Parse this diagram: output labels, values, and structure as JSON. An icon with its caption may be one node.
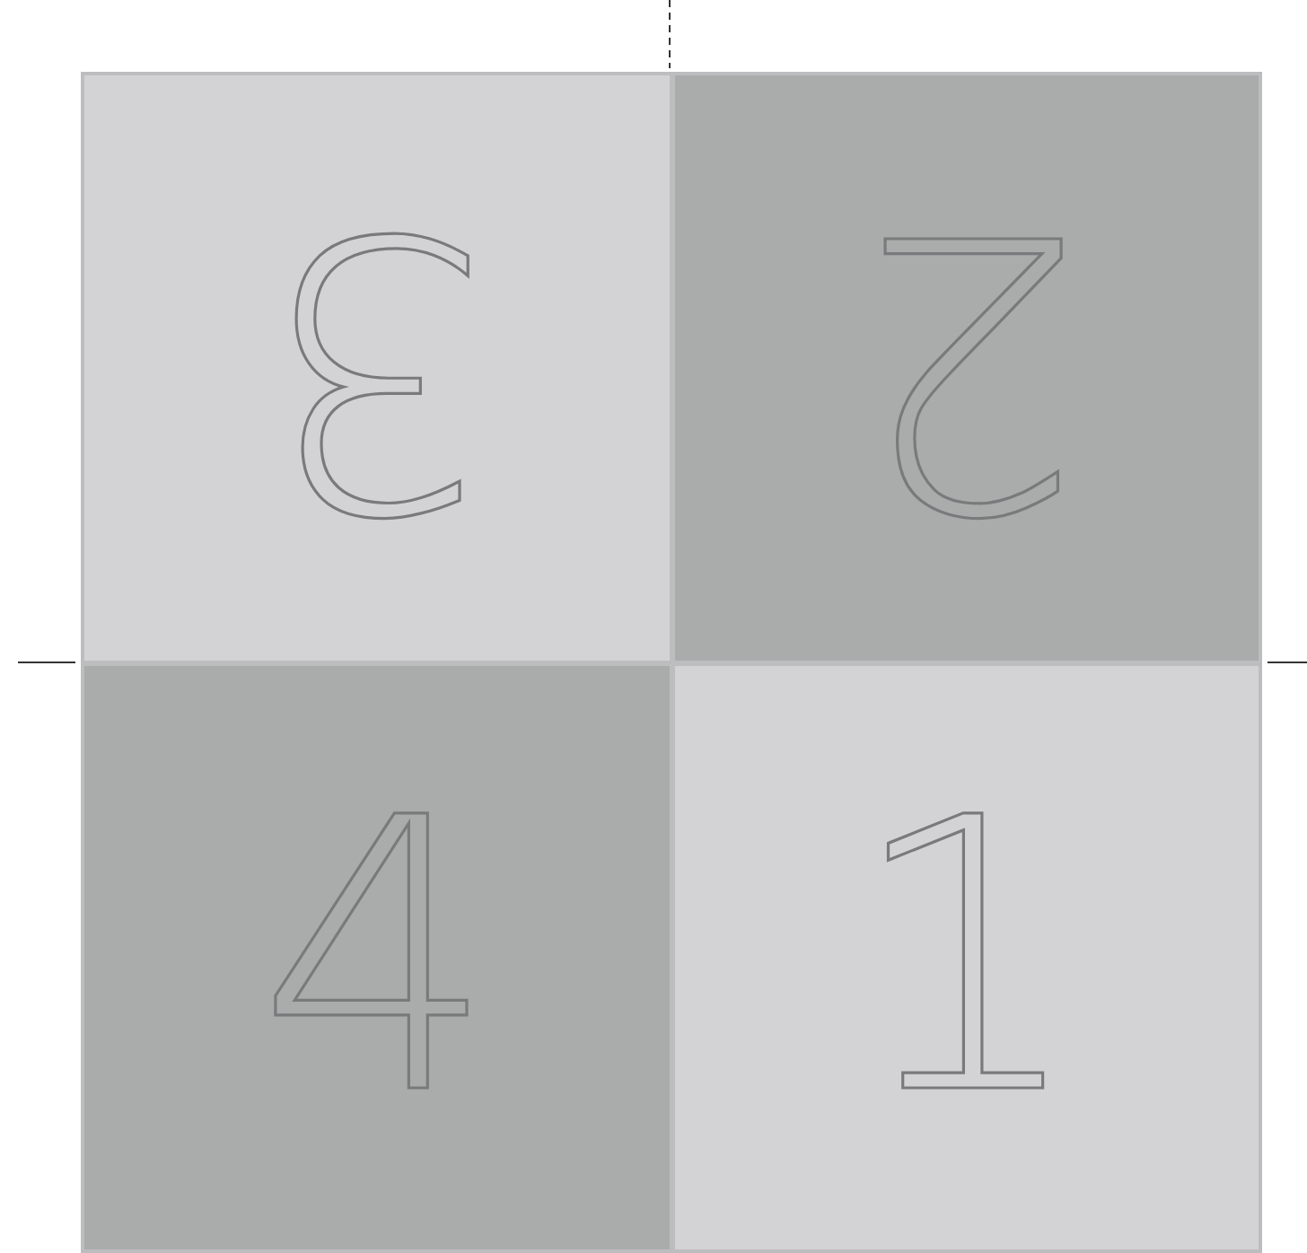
{
  "diagram": {
    "nodes": [
      {
        "text": [
          "3"
        ]
      },
      {
        "text": [
          "2"
        ]
      },
      {
        "text": [
          "4"
        ]
      },
      {
        "text": [
          "1"
        ]
      }
    ]
  }
}
